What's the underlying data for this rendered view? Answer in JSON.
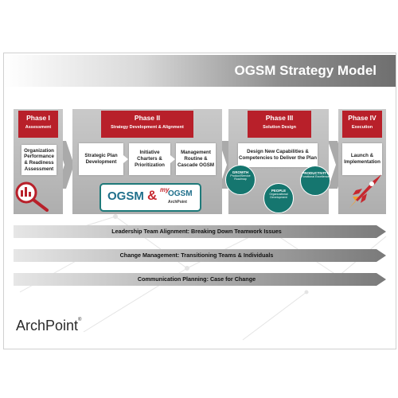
{
  "title": "OGSM Strategy Model",
  "phases": [
    {
      "name": "Phase I",
      "subtitle": "Assessment"
    },
    {
      "name": "Phase II",
      "subtitle": "Strategy Development & Alignment"
    },
    {
      "name": "Phase III",
      "subtitle": "Solution Design"
    },
    {
      "name": "Phase IV",
      "subtitle": "Execution"
    }
  ],
  "steps": {
    "assessment": "Organization Performance & Readiness Assessment",
    "strategic_plan": "Strategic Plan Development",
    "initiative_charters": "Initiative Charters & Prioritization",
    "management_routine": "Management Routine & Cascade OGSM",
    "design": "Design New Capabilities & Competencies to Deliver the Plan",
    "launch": "Launch & Implementation"
  },
  "logo": {
    "ogsm": "OGSM",
    "ampersand": "&",
    "my": "my",
    "ogsm2": "OGSM",
    "brand": "ArchPoint"
  },
  "circles": [
    {
      "title": "GROWTH",
      "sub": "Product/Service Roadmap"
    },
    {
      "title": "PEOPLE",
      "sub": "Organizational Development"
    },
    {
      "title": "PRODUCTIVITY",
      "sub": "Functional Excellence"
    }
  ],
  "bands": [
    "Leadership Team Alignment: Breaking Down Teamwork Issues",
    "Change Management: Transitioning Teams & Individuals",
    "Communication Planning: Case for Change"
  ],
  "footer": {
    "brand": "ArchPoint",
    "mark": "®"
  },
  "colors": {
    "accent_red": "#b8202a",
    "teal": "#15766f",
    "brand_blue": "#1f6f8b"
  },
  "icons": [
    "magnifier-chart-icon",
    "rocket-icon",
    "chevron-arrow-icon",
    "network-background"
  ]
}
